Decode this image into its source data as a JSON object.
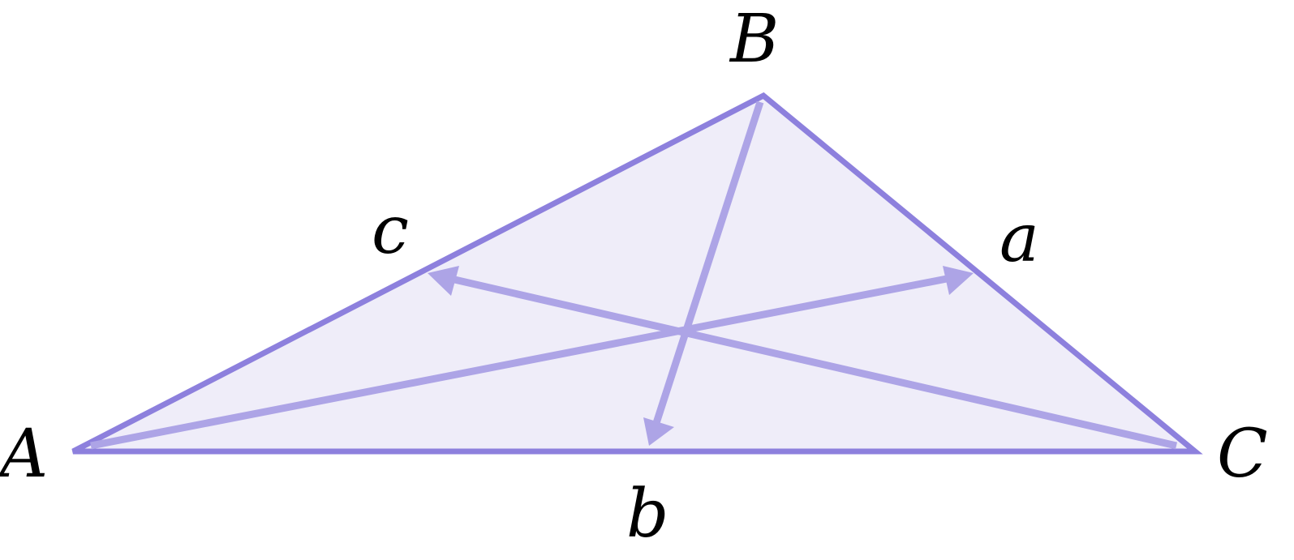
{
  "diagram": {
    "vertices": {
      "A": "A",
      "B": "B",
      "C": "C"
    },
    "sides": {
      "a": "a",
      "b": "b",
      "c": "c"
    },
    "colors": {
      "fill": "#efedf9",
      "edge": "#8d80dd",
      "median": "#ada4e6",
      "text": "#000000"
    }
  }
}
